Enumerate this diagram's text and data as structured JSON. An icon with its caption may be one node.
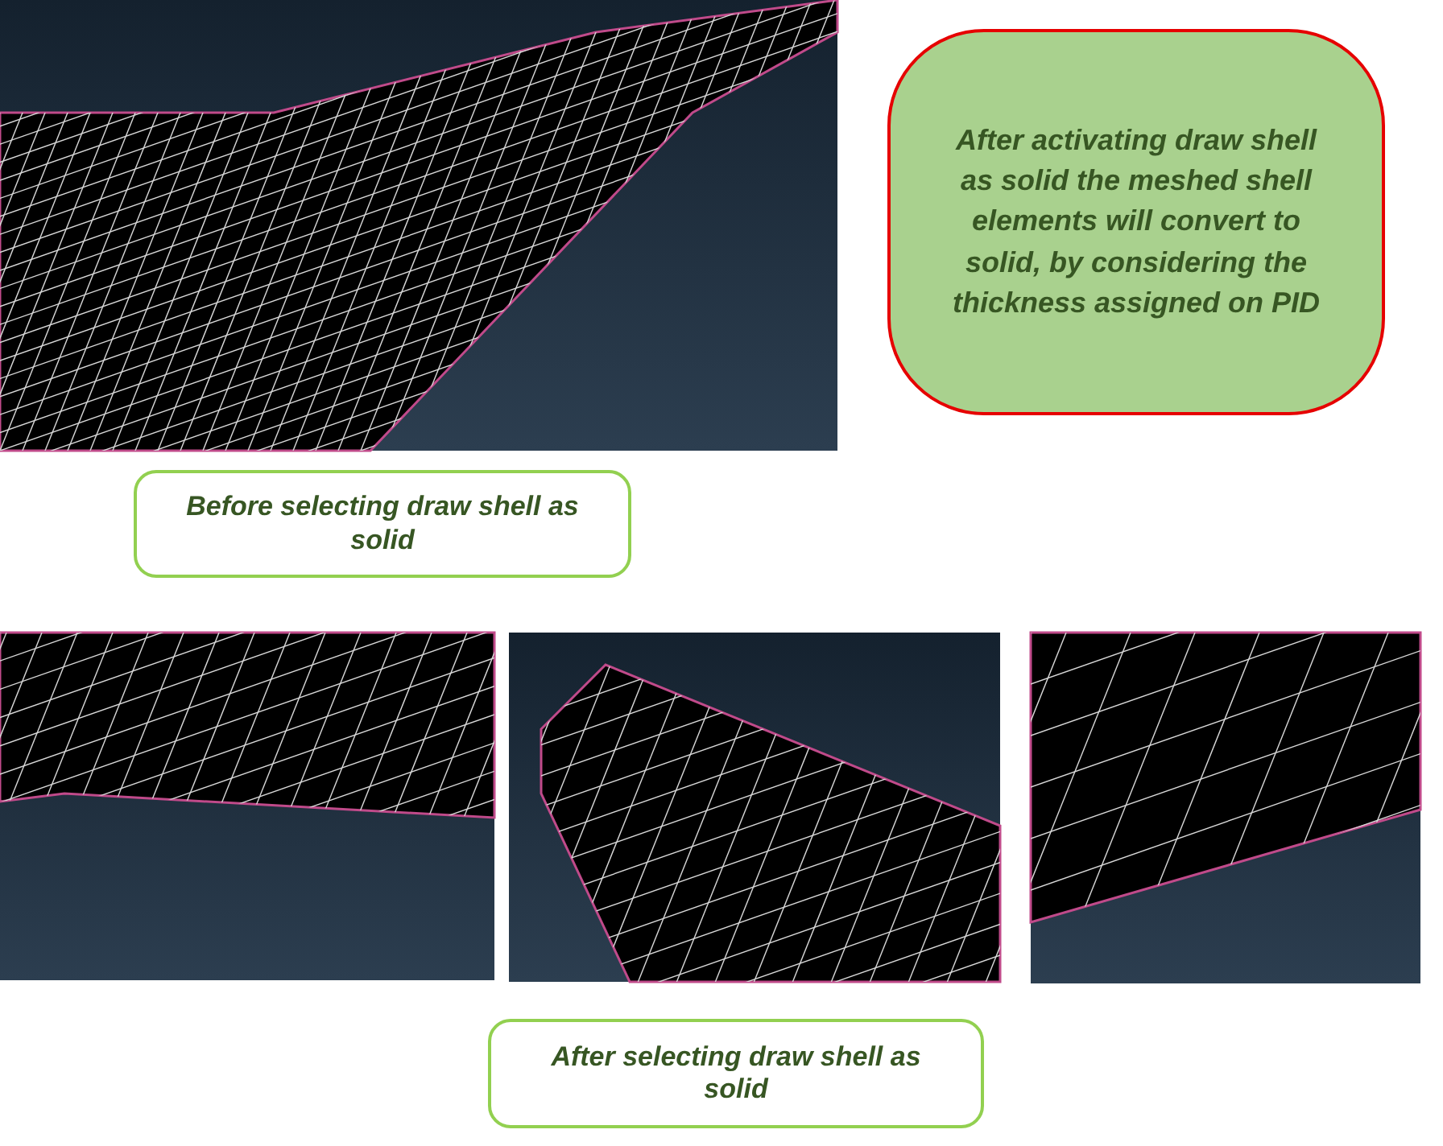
{
  "diagram": {
    "nodes": [
      {
        "text": [
          "After activating draw shell as solid the meshed shell elements will convert to solid, by considering the thickness assigned on PID"
        ]
      },
      {
        "text": [
          "Before selecting draw shell as solid"
        ]
      },
      {
        "text": [
          "After selecting draw shell as solid"
        ]
      }
    ]
  }
}
